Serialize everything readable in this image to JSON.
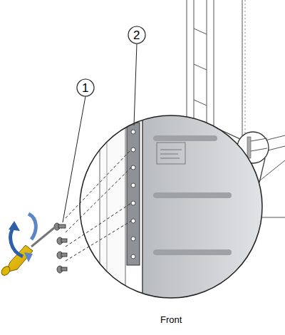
{
  "diagram": {
    "labels": [
      "1",
      "2",
      "Front"
    ]
  }
}
